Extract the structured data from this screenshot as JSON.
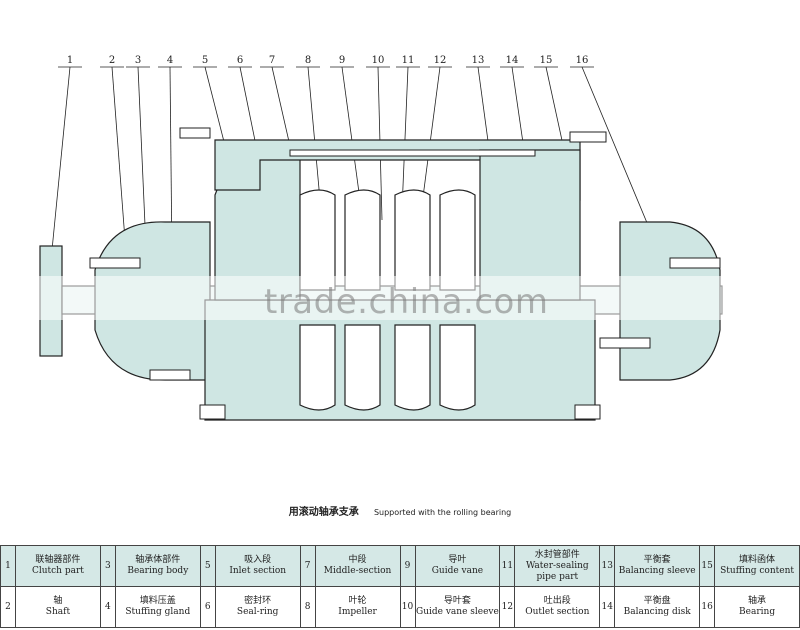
{
  "callouts": [
    "1",
    "2",
    "3",
    "4",
    "5",
    "6",
    "7",
    "8",
    "9",
    "10",
    "11",
    "12",
    "13",
    "14",
    "15",
    "16"
  ],
  "caption": {
    "cn": "用滚动轴承支承",
    "en": "Supported with the rolling bearing"
  },
  "watermark": "trade.china.com",
  "colors": {
    "pump_fill": "#cfe6e3",
    "line": "#222222",
    "table_fill": "#d5e8e6"
  },
  "legend": {
    "row1": [
      {
        "num": "1",
        "cn": "联轴器部件",
        "en": "Clutch part"
      },
      {
        "num": "3",
        "cn": "轴承体部件",
        "en": "Bearing body"
      },
      {
        "num": "5",
        "cn": "吸入段",
        "en": "Inlet section"
      },
      {
        "num": "7",
        "cn": "中段",
        "en": "Middle-section"
      },
      {
        "num": "9",
        "cn": "导叶",
        "en": "Guide vane"
      },
      {
        "num": "11",
        "cn": "水封管部件",
        "en": "Water-sealing pipe part"
      },
      {
        "num": "13",
        "cn": "平衡套",
        "en": "Balancing sleeve"
      },
      {
        "num": "15",
        "cn": "填料函体",
        "en": "Stuffing content"
      }
    ],
    "row2": [
      {
        "num": "2",
        "cn": "轴",
        "en": "Shaft"
      },
      {
        "num": "4",
        "cn": "填料压盖",
        "en": "Stuffing gland"
      },
      {
        "num": "6",
        "cn": "密封环",
        "en": "Seal-ring"
      },
      {
        "num": "8",
        "cn": "叶轮",
        "en": "Impeller"
      },
      {
        "num": "10",
        "cn": "导叶套",
        "en": "Guide vane sleeve"
      },
      {
        "num": "12",
        "cn": "吐出段",
        "en": "Outlet section"
      },
      {
        "num": "14",
        "cn": "平衡盘",
        "en": "Balancing disk"
      },
      {
        "num": "16",
        "cn": "轴承",
        "en": "Bearing"
      }
    ]
  }
}
